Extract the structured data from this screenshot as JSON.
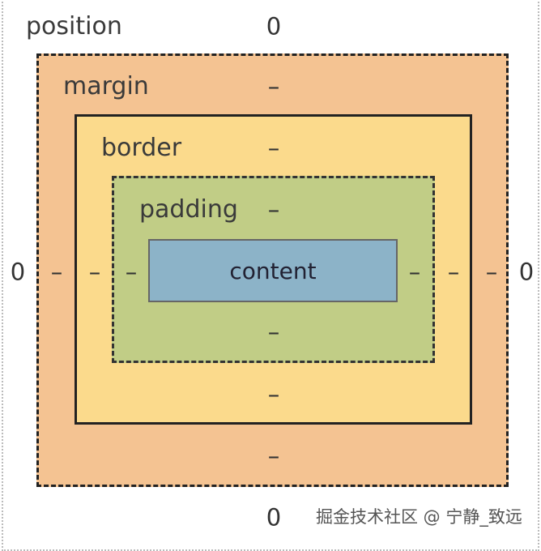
{
  "labels": {
    "position": "position",
    "margin": "margin",
    "border": "border",
    "padding": "padding",
    "content": "content"
  },
  "position": {
    "top": "0",
    "left": "0",
    "right": "0",
    "bottom": "0"
  },
  "margin": {
    "top": "–",
    "left": "–",
    "right": "–",
    "bottom": "–"
  },
  "border": {
    "top": "–",
    "left": "–",
    "right": "–",
    "bottom": "–"
  },
  "padding": {
    "top": "–",
    "left": "–",
    "right": "–",
    "bottom": "–"
  },
  "colors": {
    "margin": "#f4c392",
    "border": "#fbda8c",
    "padding": "#c1cd86",
    "content": "#8cb3c8"
  },
  "watermark": "掘金技术社区 @ 宁静_致远"
}
